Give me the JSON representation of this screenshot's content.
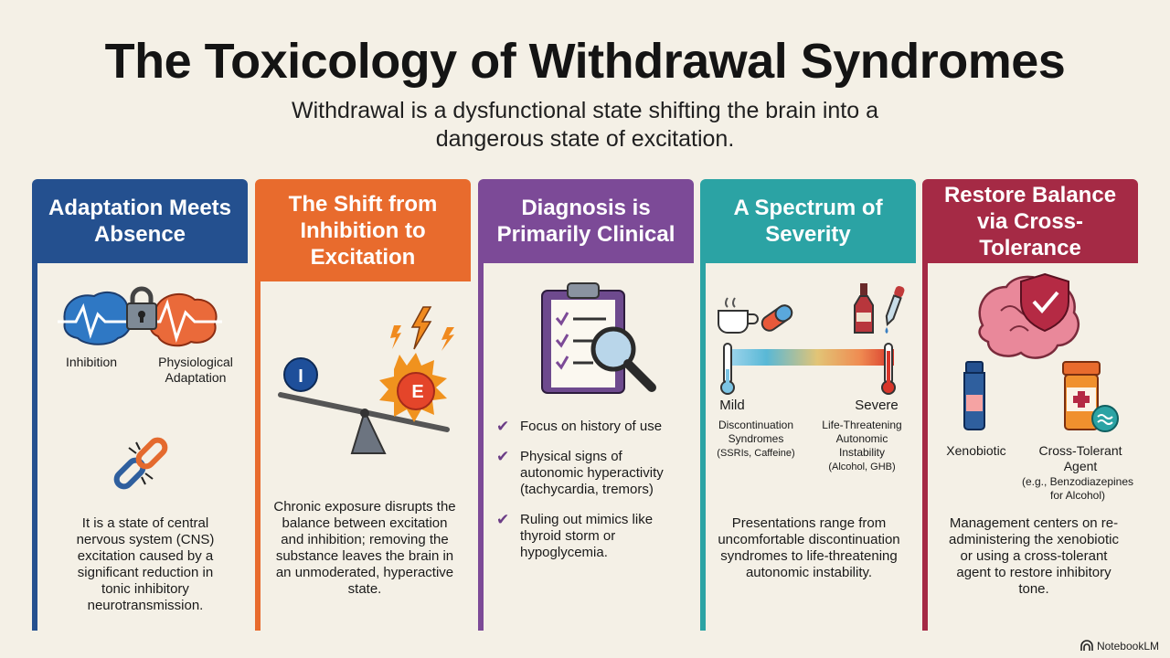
{
  "title": "The Toxicology of Withdrawal Syndromes",
  "subtitle": "Withdrawal is a dysfunctional state shifting the brain into a dangerous state of excitation.",
  "colors": {
    "blue": "#24508f",
    "orange": "#e86b2d",
    "purple": "#7c4a97",
    "teal": "#2ba3a4",
    "red": "#a52a45"
  },
  "columns": [
    {
      "heading": "Adaptation Meets Absence",
      "labels": [
        "Inhibition",
        "Physiological Adaptation"
      ],
      "body": "It is a state of central nervous system (CNS) excitation caused by a significant reduction in tonic inhibitory neurotransmission."
    },
    {
      "heading": "The Shift from Inhibition to Excitation",
      "labels": [
        "I",
        "E"
      ],
      "body": "Chronic exposure disrupts the balance between excitation and inhibition; removing the substance leaves the brain in an unmoderated, hyperactive state."
    },
    {
      "heading": "Diagnosis is Primarily Clinical",
      "checks": [
        "Focus on history of use",
        "Physical signs of autonomic hyperactivity (tachycardia, tremors)",
        "Ruling out mimics like thyroid storm or hypoglycemia."
      ]
    },
    {
      "heading": "A Spectrum of Severity",
      "mild": {
        "label": "Mild",
        "desc": "Discontinuation Syndromes",
        "examples": "(SSRIs, Caffeine)"
      },
      "severe": {
        "label": "Severe",
        "desc": "Life-Threatening Autonomic Instability",
        "examples": "(Alcohol, GHB)"
      },
      "body": "Presentations range from uncomfortable discontinuation syndromes to life-threatening autonomic instability."
    },
    {
      "heading": "Restore Balance via Cross-Tolerance",
      "labels": [
        "Xenobiotic",
        "Cross-Tolerant Agent",
        "(e.g., Benzodiazepines for Alcohol)"
      ],
      "body": "Management centers on re-administering the xenobiotic or using a cross-tolerant agent to restore inhibitory tone."
    }
  ],
  "brand": "NotebookLM",
  "icons": [
    "brain-wave-icon",
    "padlock-icon",
    "broken-chain-icon",
    "seesaw-icon",
    "lightning-icon",
    "clipboard-icon",
    "magnifier-icon",
    "coffee-cup-icon",
    "pill-icon",
    "bottle-icon",
    "dropper-icon",
    "thermometer-icon",
    "brain-shield-icon",
    "vial-icon",
    "pill-bottle-icon"
  ]
}
